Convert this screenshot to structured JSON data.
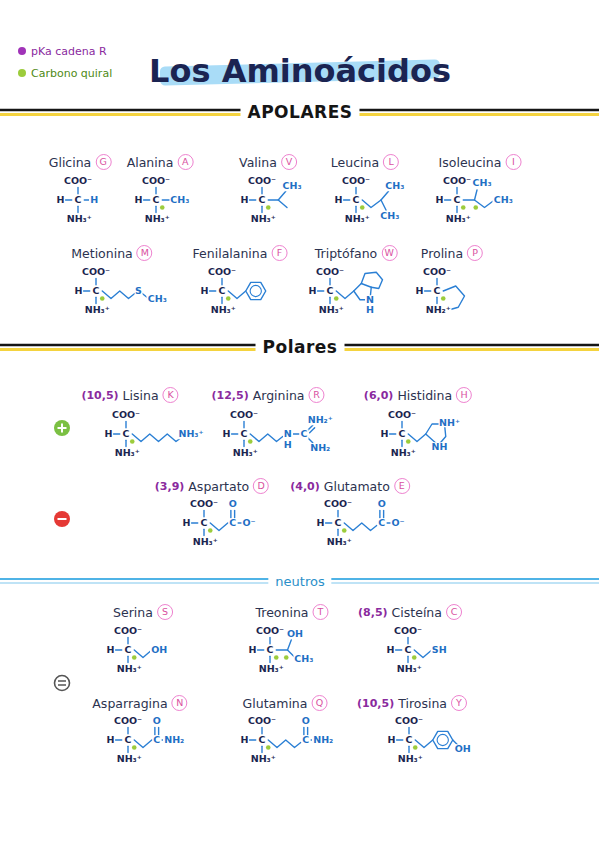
{
  "diagram": {
    "title": "Los Aminoácidos",
    "nodes": [
      {
        "text": [
          "Glicina",
          "G"
        ]
      },
      {
        "text": [
          "Alanina",
          "A"
        ]
      },
      {
        "text": [
          "Valina",
          "V"
        ]
      },
      {
        "text": [
          "Leucina",
          "L"
        ]
      },
      {
        "text": [
          "Isoleucina",
          "I"
        ]
      },
      {
        "text": [
          "Metionina",
          "M"
        ]
      },
      {
        "text": [
          "Fenilalanina",
          "F"
        ]
      },
      {
        "text": [
          "Triptófano",
          "W"
        ]
      },
      {
        "text": [
          "Prolina",
          "P"
        ]
      },
      {
        "text": [
          "(10,5)",
          "Lisina",
          "K"
        ]
      },
      {
        "text": [
          "(12,5)",
          "Arginina",
          "R"
        ]
      },
      {
        "text": [
          "(6,0)",
          "Histidina",
          "H"
        ]
      },
      {
        "text": [
          "(3,9)",
          "Aspartato",
          "D"
        ]
      },
      {
        "text": [
          "(4,0)",
          "Glutamato",
          "E"
        ]
      },
      {
        "text": [
          "Serina",
          "S"
        ]
      },
      {
        "text": [
          "Treonina",
          "T"
        ]
      },
      {
        "text": [
          "(8,5)",
          "Cisteína",
          "C"
        ]
      },
      {
        "text": [
          "Asparragina",
          "N"
        ]
      },
      {
        "text": [
          "Glutamina",
          "Q"
        ]
      },
      {
        "text": [
          "(10,5)",
          "Tirosina",
          "Y"
        ]
      }
    ],
    "labels": [
      "APOLARES",
      "COO⁻",
      "H",
      "C",
      "NH₃⁺",
      "H",
      "COO⁻",
      "H",
      "C",
      "NH₃⁺",
      "CH₃",
      "COO⁻",
      "H",
      "C",
      "NH₃⁺",
      "CH₃",
      "COO⁻",
      "H",
      "C",
      "NH₃⁺",
      "CH₃",
      "CH₃",
      "COO⁻",
      "H",
      "C",
      "NH₃⁺",
      "CH₃",
      "CH₃",
      "COO⁻",
      "H",
      "C",
      "NH₃⁺",
      "S",
      "CH₃",
      "COO⁻",
      "H",
      "C",
      "NH₃⁺",
      "COO⁻",
      "H",
      "C",
      "NH₃⁺",
      "N",
      "H",
      "COO⁻",
      "H",
      "C",
      "NH₂⁺",
      "Polares",
      "COO⁻",
      "H",
      "C",
      "NH₃⁺",
      "NH₃⁺",
      "COO⁻",
      "H",
      "C",
      "NH₃⁺",
      "N",
      "H",
      "C",
      "NH₂⁺",
      "NH₂",
      "COO⁻",
      "H",
      "C",
      "NH₃⁺",
      "NH⁺",
      "NH",
      "COO⁻",
      "H",
      "C",
      "NH₃⁺",
      "C",
      "O",
      "O⁻",
      "COO⁻",
      "H",
      "C",
      "NH₃⁺",
      "C",
      "O",
      "O⁻",
      "neutros",
      "COO⁻",
      "H",
      "C",
      "NH₃⁺",
      "OH",
      "COO⁻",
      "H",
      "C",
      "NH₃⁺",
      "OH",
      "CH₃",
      "COO⁻",
      "H",
      "C",
      "NH₃⁺",
      "SH",
      "COO⁻",
      "H",
      "C",
      "NH₃⁺",
      "C",
      "O",
      "NH₂",
      "COO⁻",
      "H",
      "C",
      "NH₃⁺",
      "C",
      "O",
      "NH₂",
      "COO⁻",
      "H",
      "C",
      "NH₃⁺",
      "OH"
    ],
    "legend": [
      {
        "text": "pKa cadena R",
        "color": "#a033b8"
      },
      {
        "text": "Carbono quiral",
        "color": "#9ccc3c"
      }
    ]
  }
}
